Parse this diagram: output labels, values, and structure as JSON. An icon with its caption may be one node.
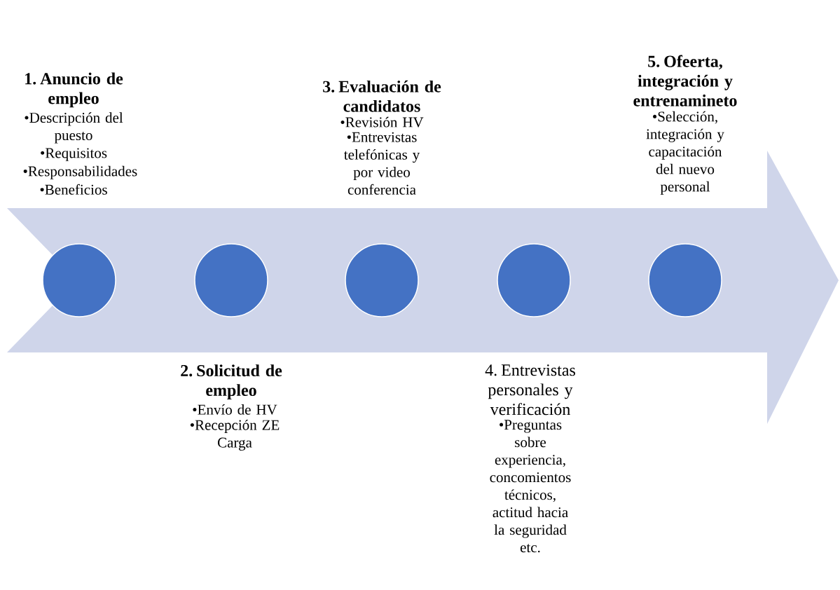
{
  "diagram": {
    "nodes": [
      {
        "text": [],
        "shape": "arrow"
      },
      {
        "text": [],
        "shape": "circle",
        "in": 0,
        "beside": [
          "1. Anuncio de empleo",
          "•Descripción del puesto",
          "•Requisitos",
          "•Responsabilidades",
          "•Beneficios"
        ]
      },
      {
        "text": [],
        "shape": "circle",
        "in": 0,
        "beside": [
          "2. Solicitud de empleo",
          "•Envío de HV",
          "•Recepción ZE Carga"
        ]
      },
      {
        "text": [],
        "shape": "circle",
        "in": 0,
        "beside": [
          "3. Evaluación de candidatos",
          "•Revisión HV",
          "•Entrevistas telefónicas y por video conferencia"
        ]
      },
      {
        "text": [],
        "shape": "circle",
        "in": 0,
        "beside": [
          "4. Entrevistas personales y verificación",
          "•Preguntas sobre experiencia, concomientos técnicos, actitud hacia la seguridad etc."
        ]
      },
      {
        "text": [],
        "shape": "circle",
        "in": 0,
        "beside": [
          "5. Ofeerta, integración y entrenamineto",
          "•Selección, integración y capacitación del nuevo personal"
        ]
      }
    ]
  }
}
